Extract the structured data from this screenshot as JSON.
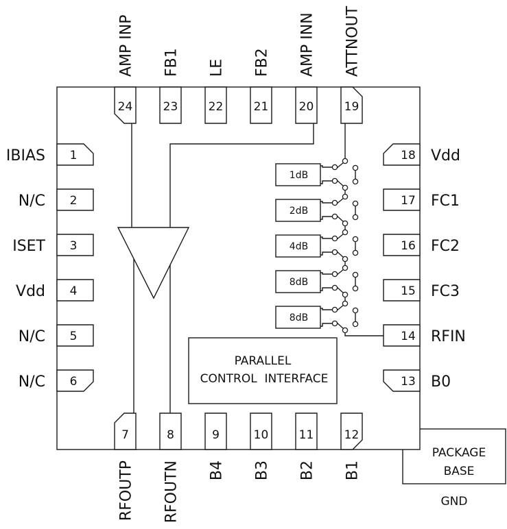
{
  "title": "Attenuator / Amplifier IC Functional Block Diagram",
  "pins": {
    "left": [
      {
        "num": "1",
        "label": "IBIAS",
        "shape": "chamfer-bottom-right"
      },
      {
        "num": "2",
        "label": "N/C",
        "shape": "rect"
      },
      {
        "num": "3",
        "label": "ISET",
        "shape": "rect"
      },
      {
        "num": "4",
        "label": "Vdd",
        "shape": "rect"
      },
      {
        "num": "5",
        "label": "N/C",
        "shape": "rect"
      },
      {
        "num": "6",
        "label": "N/C",
        "shape": "chamfer-top-right"
      }
    ],
    "bottom": [
      {
        "num": "7",
        "label": "RFOUTP",
        "shape": "chamfer-top-left"
      },
      {
        "num": "8",
        "label": "RFOUTN",
        "shape": "rect"
      },
      {
        "num": "9",
        "label": "B4",
        "shape": "rect"
      },
      {
        "num": "10",
        "label": "B3",
        "shape": "rect"
      },
      {
        "num": "11",
        "label": "B2",
        "shape": "rect"
      },
      {
        "num": "12",
        "label": "B1",
        "shape": "chamfer-top-right"
      }
    ],
    "right": [
      {
        "num": "13",
        "label": "B0",
        "shape": "chamfer-bottom-left"
      },
      {
        "num": "14",
        "label": "RFIN",
        "shape": "rect"
      },
      {
        "num": "15",
        "label": "FC3",
        "shape": "rect"
      },
      {
        "num": "16",
        "label": "FC2",
        "shape": "rect"
      },
      {
        "num": "17",
        "label": "FC1",
        "shape": "rect"
      },
      {
        "num": "18",
        "label": "Vdd",
        "shape": "chamfer-top-left"
      }
    ],
    "top": [
      {
        "num": "19",
        "label": "ATTNOUT",
        "shape": "chamfer-bottom-right"
      },
      {
        "num": "20",
        "label": "AMP INN",
        "shape": "rect"
      },
      {
        "num": "21",
        "label": "FB2",
        "shape": "rect"
      },
      {
        "num": "22",
        "label": "LE",
        "shape": "rect"
      },
      {
        "num": "23",
        "label": "FB1",
        "shape": "rect"
      },
      {
        "num": "24",
        "label": "AMP INP",
        "shape": "chamfer-bottom-left"
      }
    ]
  },
  "attenuator_stages": [
    "1dB",
    "2dB",
    "4dB",
    "8dB",
    "8dB"
  ],
  "control_block": {
    "line1": "PARALLEL",
    "line2": "CONTROL  INTERFACE"
  },
  "package_base": {
    "line1": "PACKAGE",
    "line2": "BASE",
    "ground_label": "GND"
  }
}
